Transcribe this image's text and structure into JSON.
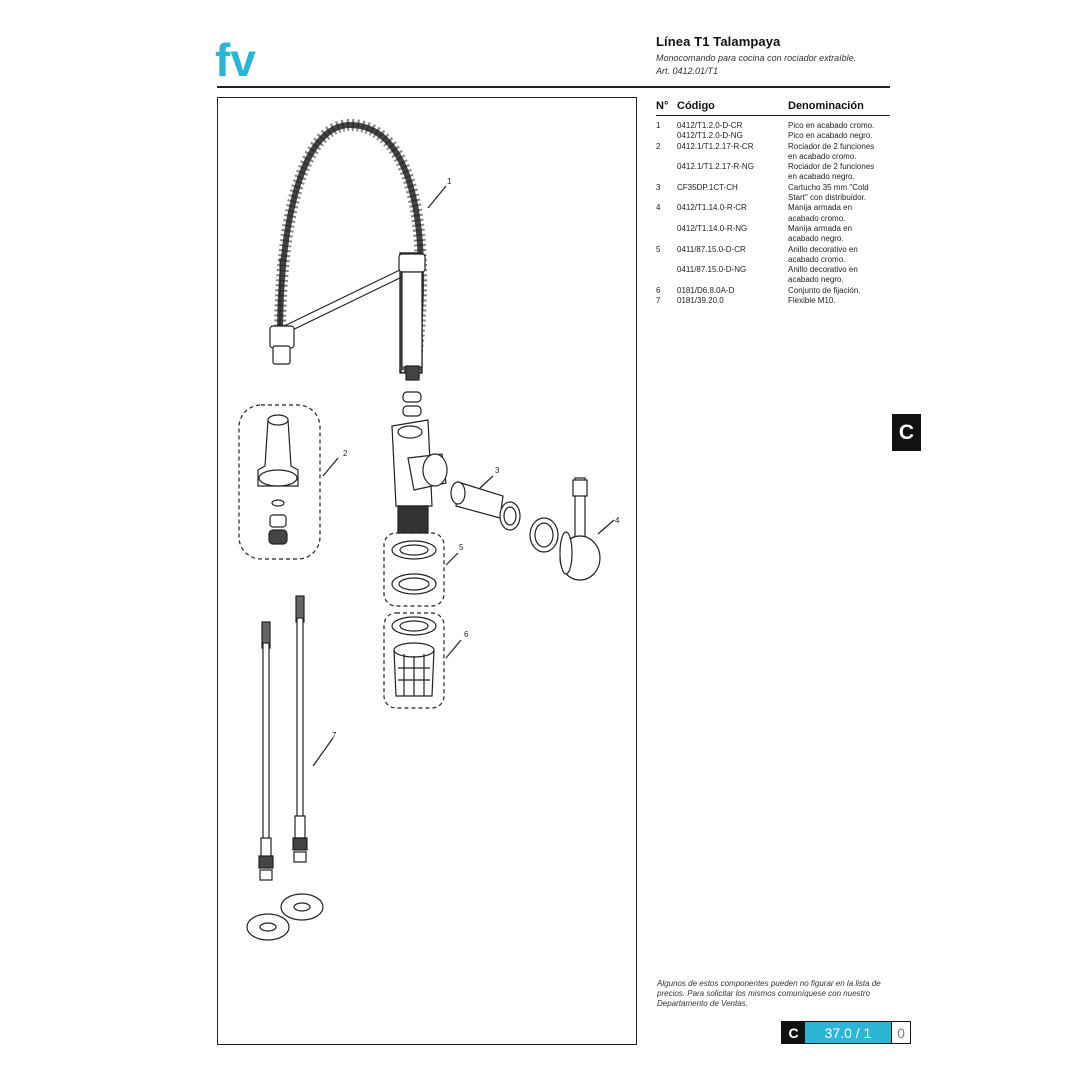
{
  "header": {
    "logo_text": "fv",
    "title": "Línea T1 Talampaya",
    "subtitle": "Monocomando para cocina con rociador extraíble.",
    "article": "Art. 0412.01/T1"
  },
  "parts_table": {
    "headers": {
      "number": "N°",
      "code": "Código",
      "description": "Denominación"
    },
    "rows": [
      {
        "n": "1",
        "code": "0412/T1.2.0-D-CR",
        "desc": "Pico en acabado cromo."
      },
      {
        "n": "",
        "code": "0412/T1.2.0-D-NG",
        "desc": "Pico en acabado negro."
      },
      {
        "n": "2",
        "code": "0412.1/T1.2.17-R-CR",
        "desc": "Rociador de 2 funciones"
      },
      {
        "n": "",
        "code": "",
        "desc": "en acabado cromo."
      },
      {
        "n": "",
        "code": "0412.1/T1.2.17-R-NG",
        "desc": "Rociador de 2 funciones"
      },
      {
        "n": "",
        "code": "",
        "desc": "en acabado negro."
      },
      {
        "n": "3",
        "code": "CF35DP.1CT-CH",
        "desc": "Cartucho 35 mm \"Cold"
      },
      {
        "n": "",
        "code": "",
        "desc": "Start\" con distribuidor."
      },
      {
        "n": "4",
        "code": "0412/T1.14.0-R-CR",
        "desc": "Manija armada en"
      },
      {
        "n": "",
        "code": "",
        "desc": "acabado cromo."
      },
      {
        "n": "",
        "code": "0412/T1.14.0-R-NG",
        "desc": "Manija armada en"
      },
      {
        "n": "",
        "code": "",
        "desc": "acabado negro."
      },
      {
        "n": "5",
        "code": "0411/87.15.0-D-CR",
        "desc": "Anillo decorativo en"
      },
      {
        "n": "",
        "code": "",
        "desc": "acabado cromo."
      },
      {
        "n": "",
        "code": "0411/87.15.0-D-NG",
        "desc": "Anillo decorativo en"
      },
      {
        "n": "",
        "code": "",
        "desc": "acabado negro."
      },
      {
        "n": "6",
        "code": "0181/D6.8.0A-D",
        "desc": "Conjunto de fijación."
      },
      {
        "n": "7",
        "code": "0181/39.20.0",
        "desc": "Flexible M10."
      }
    ]
  },
  "diagram": {
    "callouts": [
      "1",
      "2",
      "3",
      "4",
      "5",
      "6",
      "7"
    ]
  },
  "side_tab": "C",
  "footnote": "Algunos de estos componentes pueden no figurar en la lista de precios. Para solicitar los mismos comuníquese con nuestro Departamento de Ventas.",
  "page_code": {
    "letter": "C",
    "number": "37.0 / 1",
    "revision": "0"
  },
  "colors": {
    "logo": "#2bb6d8",
    "page_code_number_bg": "#2bb6d8",
    "text": "#111111"
  }
}
